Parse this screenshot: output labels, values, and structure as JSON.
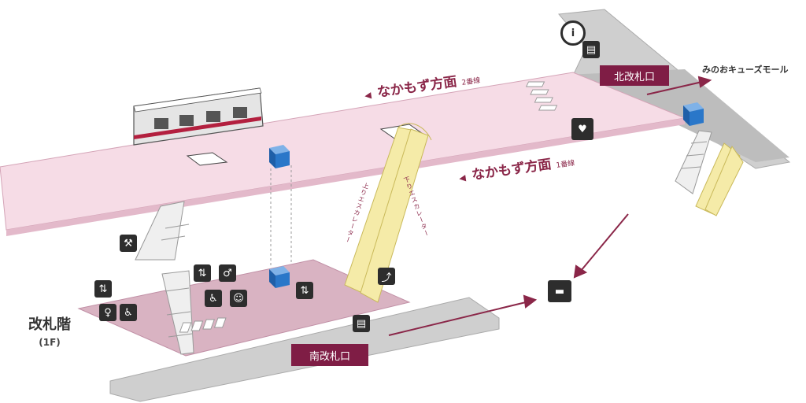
{
  "platforms": {
    "upper": {
      "name": "なかもず方面",
      "track": "2番線"
    },
    "lower": {
      "name": "なかもず方面",
      "track": "1番線"
    }
  },
  "gates": {
    "north": "北改札口",
    "south": "南改札口"
  },
  "destination": "みのおキューズモール",
  "floor": {
    "name": "改札階",
    "level": "(1F)"
  },
  "escalators": {
    "up": "上りエスカレーター",
    "down": "下りエスカレーター"
  },
  "icons": {
    "information": "information-icon",
    "ticket_machine": "ticket-machine-icon",
    "aed": "aed-icon",
    "escalator": "escalator-icon",
    "stair_lift": "stair-lift-icon",
    "bus": "bus-icon",
    "mens_toilet": "mens-toilet-icon",
    "womens_toilet": "womens-toilet-icon",
    "accessible_toilet": "accessible-toilet-icon",
    "baby_care": "baby-care-icon",
    "elevator": "elevator-icon"
  },
  "colors": {
    "platform": "#f6dce6",
    "concourse": "#d9b3c2",
    "gate": "#7f1d45",
    "elevator": "#2a77c9",
    "escalator": "#f5eba8"
  }
}
